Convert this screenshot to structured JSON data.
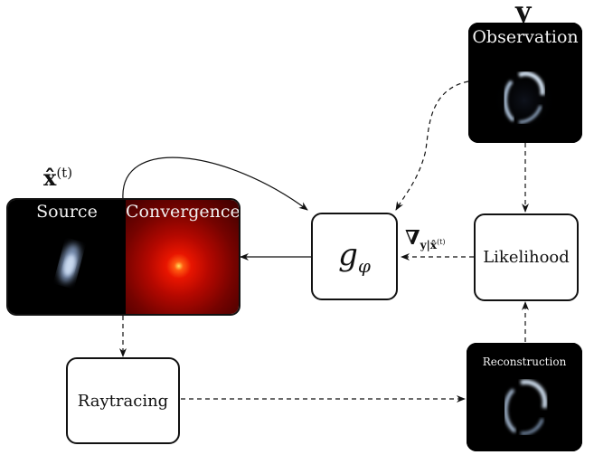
{
  "diagram": {
    "observation": {
      "var": "y",
      "label": "Observation"
    },
    "source_estimate": {
      "var": "x̂",
      "superscript": "(t)"
    },
    "source_label": "Source",
    "convergence_label": "Convergence",
    "network": {
      "symbol": "g",
      "subscript": "φ"
    },
    "gradient": {
      "nabla": "∇",
      "subscript": "y|x̂",
      "sub_superscript": "(t)"
    },
    "likelihood_label": "Likelihood",
    "raytracing_label": "Raytracing",
    "reconstruction_label": "Reconstruction"
  },
  "colors": {
    "arrow": "#111111",
    "convergence_center": "#ffd84a",
    "convergence_mid": "#e01000",
    "image_bg": "#000000",
    "ring": "#cfe0f5"
  }
}
